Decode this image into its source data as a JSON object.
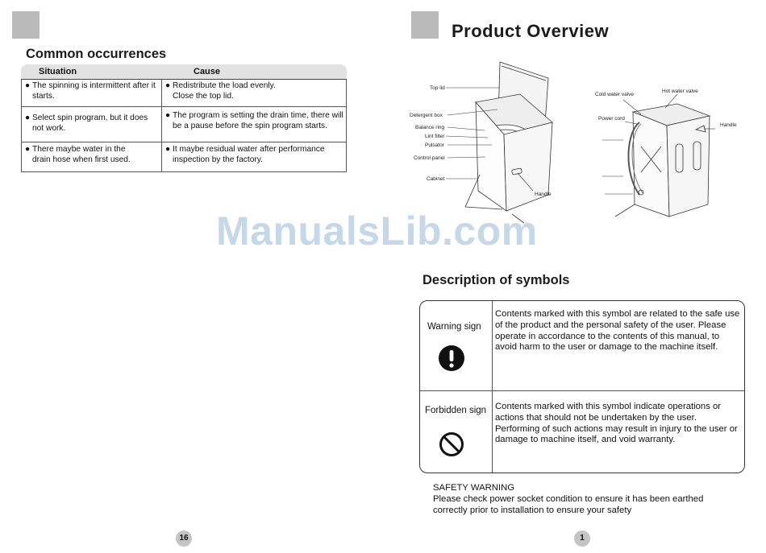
{
  "left_page": {
    "title": "Common occurrences",
    "table": {
      "headers": [
        "Situation",
        "Cause"
      ],
      "rows": [
        {
          "situation": "The spinning is intermittent after it starts.",
          "cause": "Redistribute the load evenly. Close the top lid."
        },
        {
          "situation": "Select spin program, but it does not work.",
          "cause": "The program is setting the drain time, there will be a pause before the spin program starts."
        },
        {
          "situation": "There maybe water in the drain hose when first used.",
          "cause": "It maybe residual water after performance inspection by the factory."
        }
      ]
    },
    "page_number": "16"
  },
  "right_page": {
    "title": "Product Overview",
    "diagram_front_labels": [
      "Top lid",
      "Detergent box",
      "Balance ring",
      "Lint filter",
      "Pulsator",
      "Control panel",
      "Cabinet",
      "Handle"
    ],
    "diagram_back_labels": [
      "Cold water valve",
      "Hot water valve",
      "Power cord",
      "Handle"
    ],
    "symbols_title": "Description of symbols",
    "symbols": [
      {
        "name": "Warning sign",
        "icon": "exclamation-circle-icon",
        "description": "Contents marked with this symbol are related to the safe use of the product and the personal safety of the user. Please operate in accordance to the contents of this manual, to avoid harm to the user or damage to the machine itself."
      },
      {
        "name": "Forbidden sign",
        "icon": "prohibition-icon",
        "description": "Contents marked with this symbol indicate operations or actions that should not be undertaken by the user. Performing of such actions may result in injury to the user or damage to machine itself, and void warranty."
      }
    ],
    "safety_warning_title": "SAFETY WARNING",
    "safety_warning_text_1": "Please check power socket condition to ensure it has been earthed",
    "safety_warning_text_2": "correctly prior to installation to ensure your safety",
    "page_number": "1"
  },
  "watermark": "ManualsLib.com",
  "bullet": "●"
}
